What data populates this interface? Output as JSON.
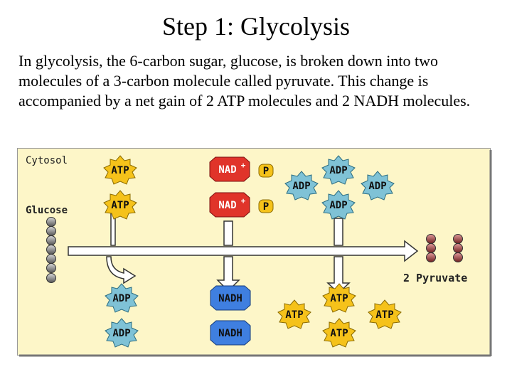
{
  "slide": {
    "title": "Step 1: Glycolysis",
    "body": "In glycolysis, the 6-carbon sugar, glucose, is broken down into two molecules of a 3-carbon molecule called pyruvate. This change is accompanied by a net gain of 2 ATP molecules and 2 NADH molecules."
  },
  "diagram": {
    "cytosol_label": "Cytosol",
    "glucose_label": "Glucose",
    "pyruvate_label": "2 Pyruvate",
    "atp": "ATP",
    "adp": "ADP",
    "nad_plus": "NAD",
    "nad_plus_sup": "+",
    "nadh": "NADH",
    "phosphate": "P",
    "colors": {
      "background": "#fdf6c8",
      "atp_star": "#f5c21a",
      "adp_star": "#7fc2d6",
      "nad_plus": "#e0342a",
      "nadh": "#3f7fe0",
      "phosphate": "#f5c21a",
      "glucose_bead": "#8a8a8a",
      "pyruvate_bead": "#a84848",
      "arrow": "#ffffff"
    }
  }
}
